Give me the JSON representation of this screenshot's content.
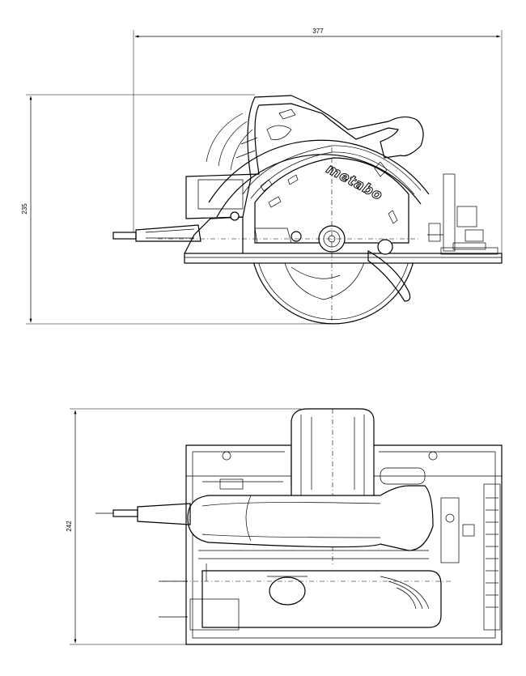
{
  "dimensions": {
    "side_length": "377",
    "side_height": "235",
    "top_width": "242"
  },
  "brand_logo_text": "metabo"
}
